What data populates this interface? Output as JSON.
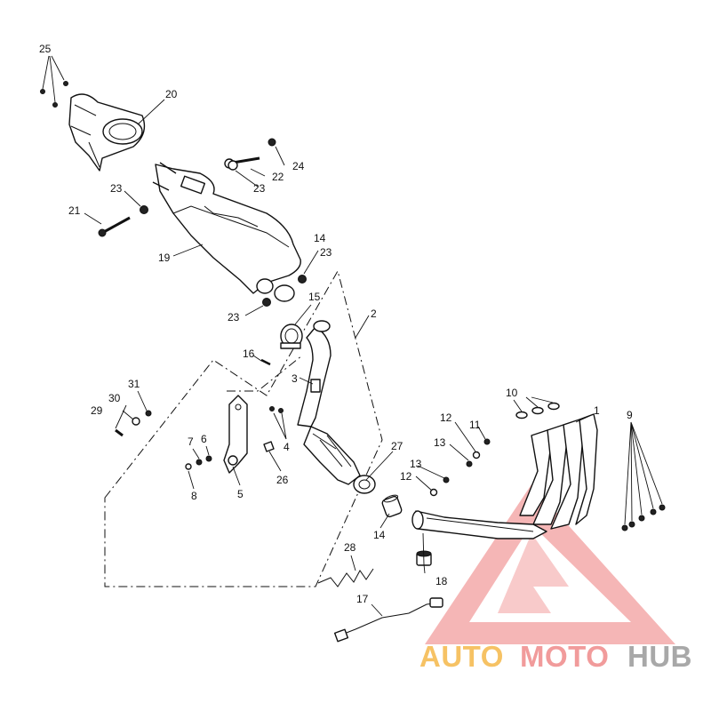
{
  "labels": {
    "p1": "1",
    "p2": "2",
    "p3": "3",
    "p4": "4",
    "p5": "5",
    "p6": "6",
    "p7": "7",
    "p8": "8",
    "p9": "9",
    "p10": "10",
    "p11": "11",
    "p12a": "12",
    "p12b": "12",
    "p13a": "13",
    "p13b": "13",
    "p14a": "14",
    "p14b": "14",
    "p15": "15",
    "p16": "16",
    "p17": "17",
    "p18": "18",
    "p19": "19",
    "p20": "20",
    "p21": "21",
    "p22": "22",
    "p23a": "23",
    "p23b": "23",
    "p23c": "23",
    "p23d": "23",
    "p24": "24",
    "p25": "25",
    "p26": "26",
    "p27": "27",
    "p28": "28",
    "p29": "29",
    "p30": "30",
    "p31": "31"
  },
  "watermark": {
    "part1": "AUTO",
    "part2": "MOTO",
    "part3": "HUB",
    "colors": {
      "auto": "#f5b84a",
      "moto": "#ef8a8a",
      "hub": "#9a9a9a",
      "triangle": "#f08c8c"
    }
  }
}
